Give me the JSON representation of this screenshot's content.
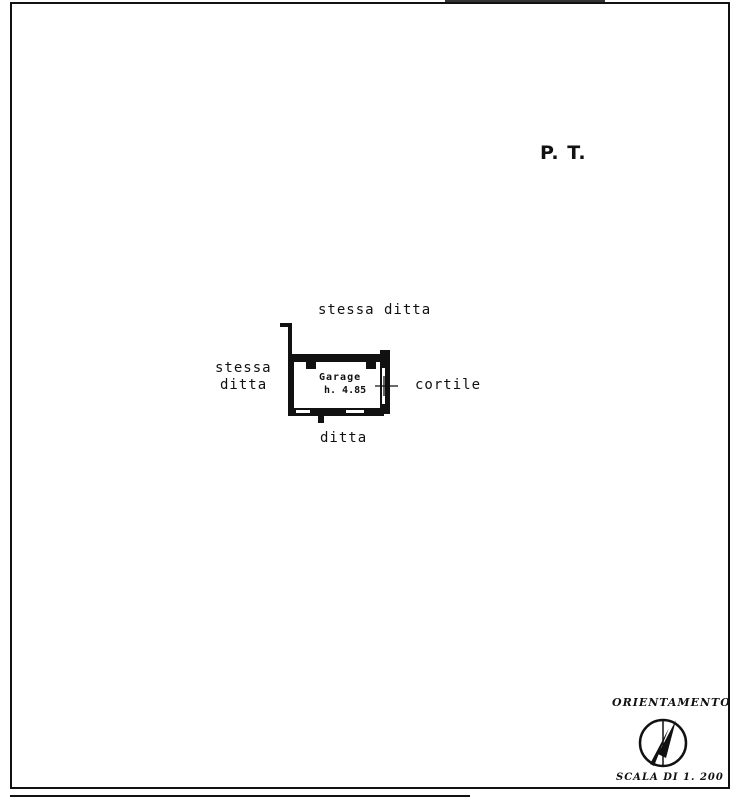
{
  "floor_label": "P. T.",
  "neighbors": {
    "north": "stessa ditta",
    "west_line1": "stessa",
    "west_line2": "ditta",
    "east": "cortile",
    "south": "ditta"
  },
  "room": {
    "name": "Garage",
    "height": "h. 4.85"
  },
  "legend": {
    "orientation_title": "ORIENTAMENTO",
    "scale": "SCALA DI 1. 200"
  },
  "orientation_icon": "compass-north-arrow-icon"
}
